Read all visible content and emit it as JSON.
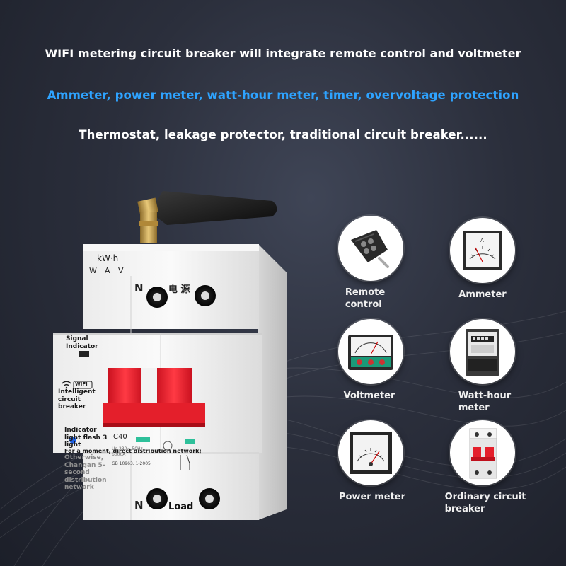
{
  "headlines": {
    "line1": "WIFI metering circuit breaker will integrate remote control and voltmeter",
    "line2": "Ammeter, power meter, watt-hour meter, timer, overvoltage protection",
    "line3": "Thermostat, leakage protector, traditional circuit breaker......"
  },
  "device": {
    "top_display": "kW·h",
    "unit_w": "W",
    "unit_a": "A",
    "unit_v": "V",
    "power_label_n": "N",
    "power_label_cn": "电 源",
    "signal_indicator": "Signal\nIndicator",
    "wifi_badge": "WIFI",
    "intelligent_breaker": "Intelligent\ncircuit\nbreaker",
    "indicator_flash": "Indicator\nlight flash 3\nlight",
    "distribution_note": "For a moment, direct distribution network;",
    "otherwise_note": "Otherwise,\nChangan 5-\nsecond\ndistribution\nnetwork",
    "rating": "C40",
    "spec_line1": "Ue 230~ 50Hz",
    "spec_line2": "6000A",
    "standard": "GB 10963. 1-2005",
    "load_n": "N",
    "load_label": "Load"
  },
  "features": [
    {
      "label": "Remote\ncontrol",
      "icon": "remote-control-icon"
    },
    {
      "label": "Ammeter",
      "icon": "ammeter-icon"
    },
    {
      "label": "Voltmeter",
      "icon": "voltmeter-icon"
    },
    {
      "label": "Watt-hour\nmeter",
      "icon": "watt-hour-meter-icon"
    },
    {
      "label": "Power meter",
      "icon": "power-meter-icon"
    },
    {
      "label": "Ordinary circuit\nbreaker",
      "icon": "circuit-breaker-icon"
    }
  ],
  "colors": {
    "background": "#2b2f3c",
    "accent_blue": "#2ea3ff",
    "breaker_red": "#e8202e",
    "indicator_green": "#2ec09a"
  }
}
